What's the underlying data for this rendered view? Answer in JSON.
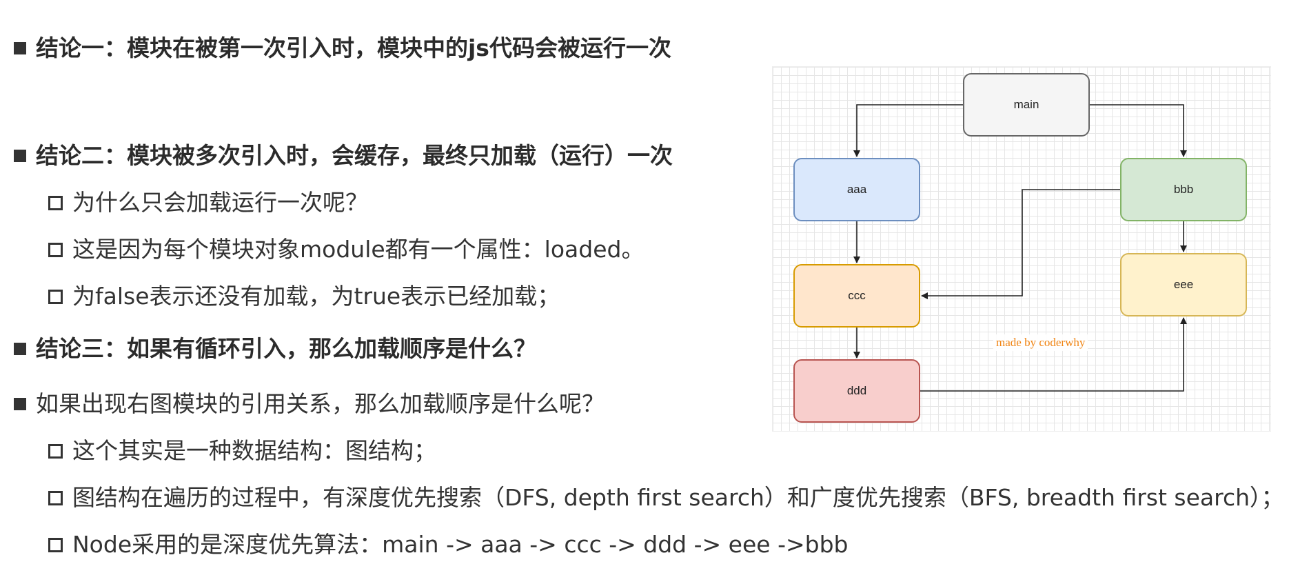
{
  "content": {
    "c1": "结论一：模块在被第一次引入时，模块中的js代码会被运行一次",
    "c2": "结论二：模块被多次引入时，会缓存，最终只加载（运行）一次",
    "c2_sub1": "为什么只会加载运行一次呢？",
    "c2_sub2": "这是因为每个模块对象module都有一个属性：loaded。",
    "c2_sub3": "为false表示还没有加载，为true表示已经加载；",
    "c3": "结论三：如果有循环引入，那么加载顺序是什么？",
    "c4": "如果出现右图模块的引用关系，那么加载顺序是什么呢？",
    "c4_sub1": "这个其实是一种数据结构：图结构；",
    "c4_sub2": "图结构在遍历的过程中，有深度优先搜索（DFS, depth first search）和广度优先搜索（BFS, breadth first search）；",
    "c4_sub3": "Node采用的是深度优先算法：main -> aaa -> ccc -> ddd -> eee ->bbb"
  },
  "diagram": {
    "nodes": {
      "main": "main",
      "aaa": "aaa",
      "bbb": "bbb",
      "ccc": "ccc",
      "ddd": "ddd",
      "eee": "eee"
    },
    "edges": [
      [
        "main",
        "aaa"
      ],
      [
        "main",
        "bbb"
      ],
      [
        "aaa",
        "ccc"
      ],
      [
        "bbb",
        "ccc"
      ],
      [
        "bbb",
        "eee"
      ],
      [
        "ccc",
        "ddd"
      ],
      [
        "ddd",
        "eee"
      ]
    ],
    "watermark": "made by coderwhy",
    "colors": {
      "main_fill": "#f5f5f5",
      "aaa_fill": "#dae8fc",
      "bbb_fill": "#d5e8d4",
      "ccc_fill": "#ffe6cc",
      "ddd_fill": "#f8cecc",
      "eee_fill": "#fff2cc",
      "watermark": "#f0820f"
    }
  }
}
